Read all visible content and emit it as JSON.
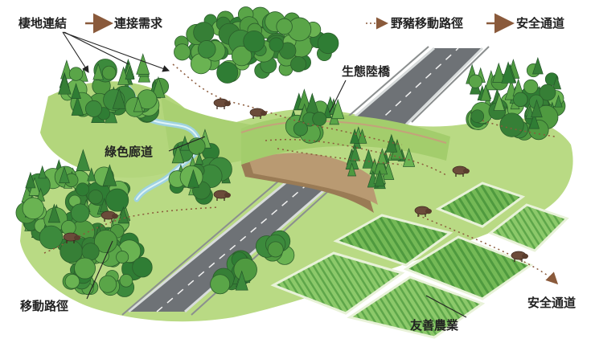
{
  "legend": {
    "left_from": "棲地連結",
    "left_to": "連接需求",
    "right_from": "野豬移動路徑",
    "right_to": "安全通道"
  },
  "labels": {
    "overpass": "生態陸橋",
    "green_corridor": "綠色廊道",
    "movement_path": "移動路徑",
    "safe_passage": "安全通道",
    "friendly_farming": "友善農業"
  },
  "icons": {
    "solid_arrow": "arrow-right-icon",
    "dotted_arrow": "dotted-arrow-icon",
    "animal": "wild-boar-icon",
    "tree": "tree-icon"
  },
  "colors": {
    "arrow_brown": "#8a5a3b",
    "grass": "#a7cf6e",
    "tree_dark": "#3c8a3c",
    "tree_mid": "#5aa548",
    "road": "#6e7276",
    "water": "#9fd3e0",
    "field": "#6bb34f"
  }
}
